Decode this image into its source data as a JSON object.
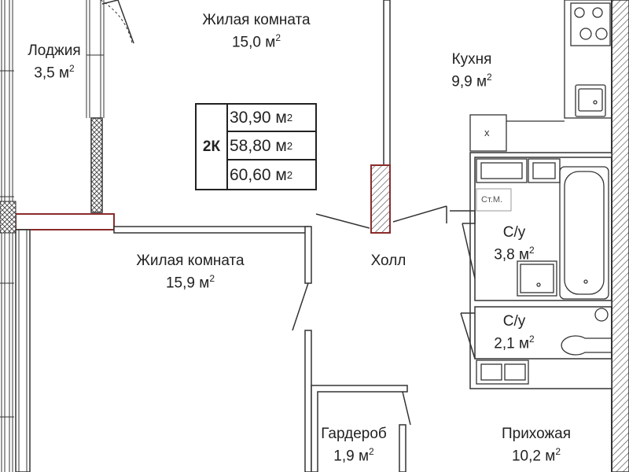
{
  "apartment_type": "2К",
  "areas": [
    {
      "value": "30,90 м",
      "unit_sup": "2"
    },
    {
      "value": "58,80 м",
      "unit_sup": "2"
    },
    {
      "value": "60,60 м",
      "unit_sup": "2"
    }
  ],
  "rooms": {
    "living1": {
      "name": "Жилая комната",
      "area": "15,0 м",
      "sup": "2"
    },
    "loggia": {
      "name": "Лоджия",
      "area": "3,5 м",
      "sup": "2"
    },
    "kitchen": {
      "name": "Кухня",
      "area": "9,9 м",
      "sup": "2"
    },
    "living2": {
      "name": "Жилая комната",
      "area": "15,9 м",
      "sup": "2"
    },
    "hall": {
      "name": "Холл",
      "area": "",
      "sup": ""
    },
    "bath1": {
      "name": "С/у",
      "area": "3,8 м",
      "sup": "2"
    },
    "bath2": {
      "name": "С/у",
      "area": "2,1 м",
      "sup": "2"
    },
    "wardrobe": {
      "name": "Гардероб",
      "area": "1,9 м",
      "sup": "2"
    },
    "entry": {
      "name": "Прихожая",
      "area": "10,2 м",
      "sup": "2"
    }
  },
  "markers": {
    "washing_machine": "Ст.М.",
    "x_mark": "x"
  }
}
